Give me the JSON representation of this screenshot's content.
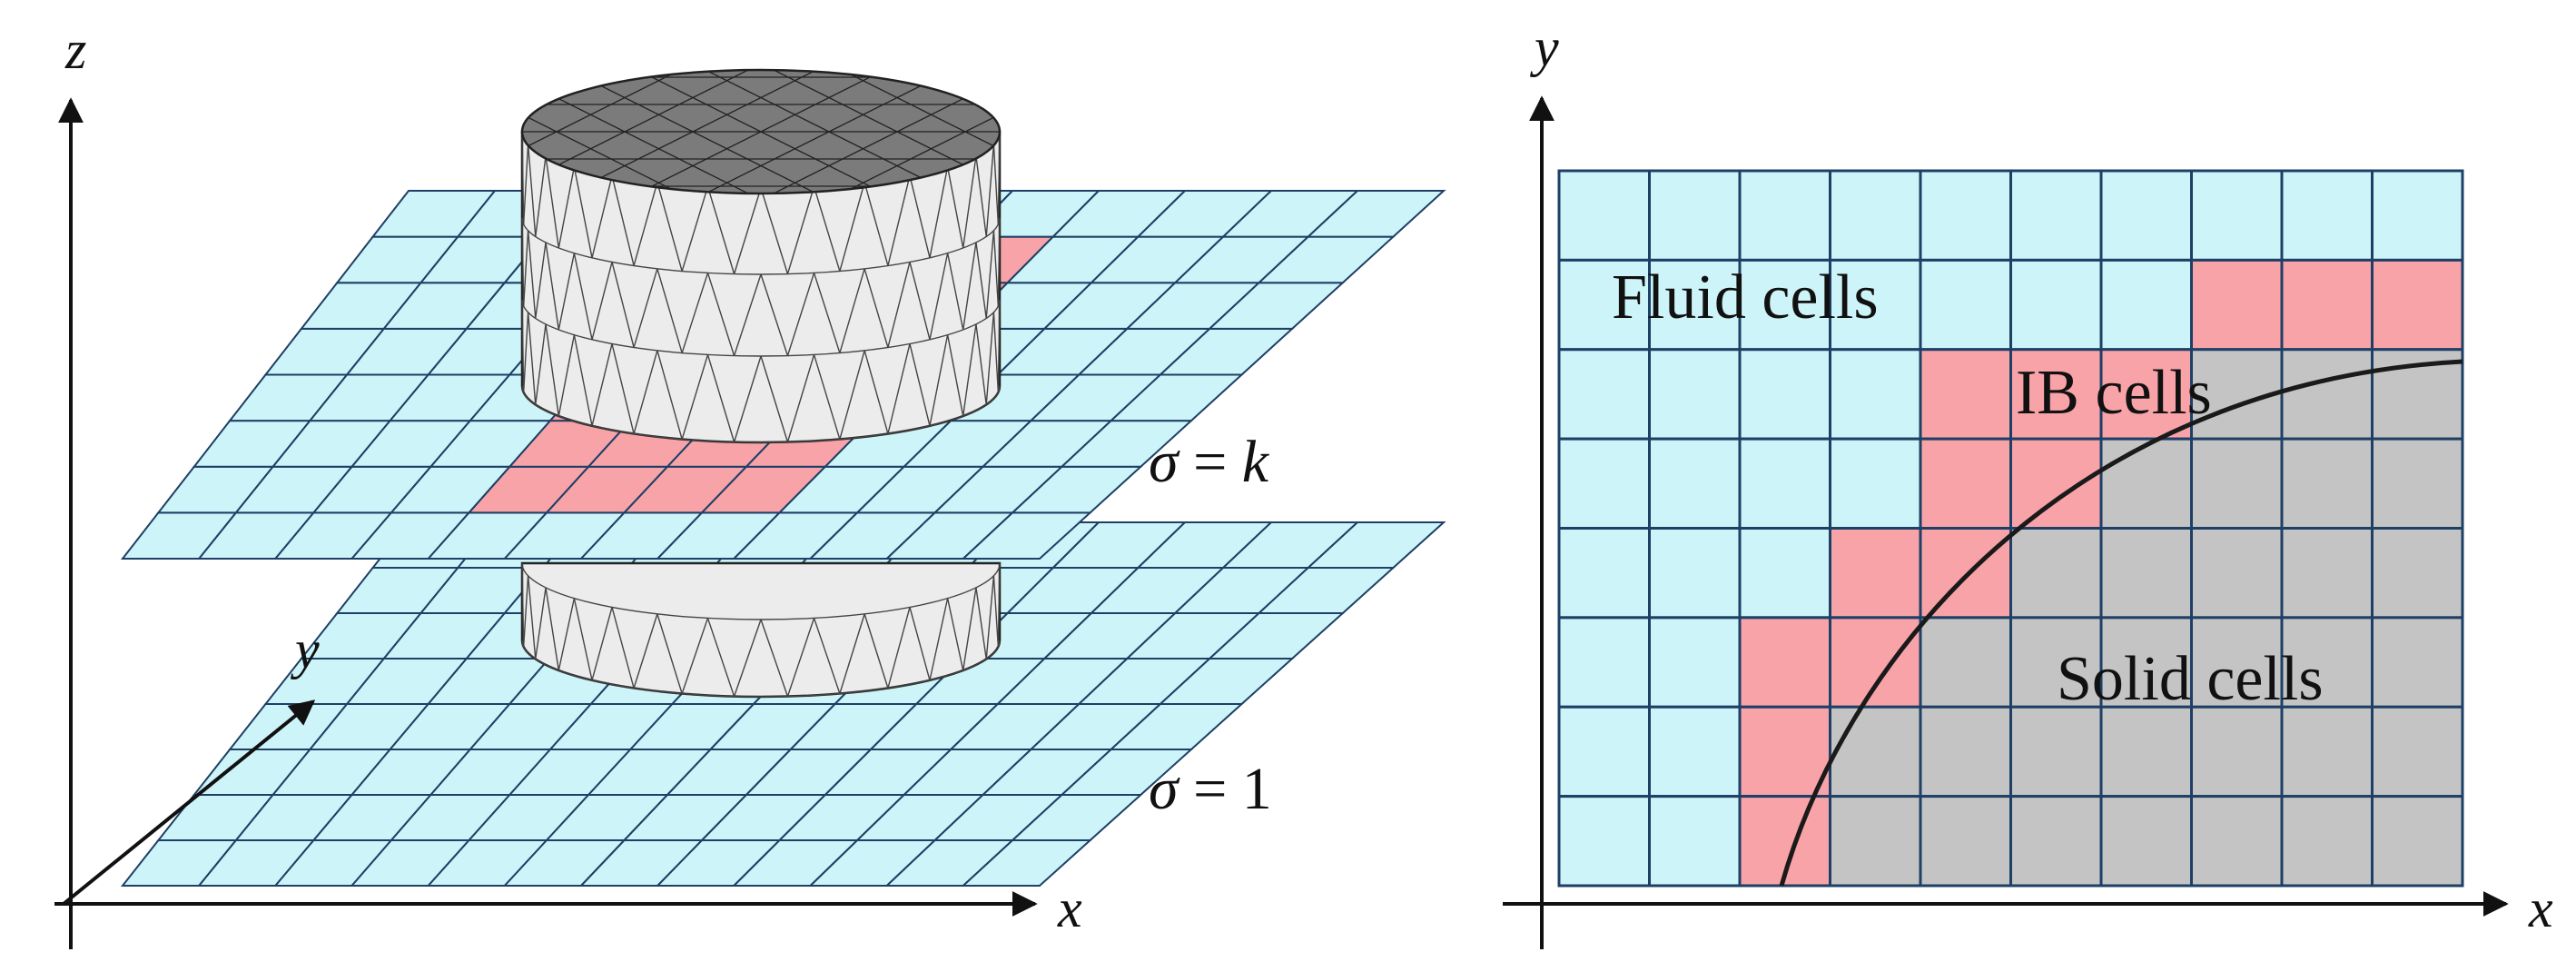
{
  "left_panel": {
    "axes": {
      "z": "z",
      "x": "x",
      "y": "y"
    },
    "plane_top_label": {
      "sym": "σ",
      "eq": " = ",
      "val": "k"
    },
    "plane_bottom_label": {
      "sym": "σ",
      "eq": " = ",
      "val": "1"
    }
  },
  "right_panel": {
    "axes": {
      "x": "x",
      "y": "y"
    },
    "labels": {
      "fluid": "Fluid cells",
      "ib": "IB cells",
      "solid": "Solid cells"
    },
    "grid": {
      "cols": 10,
      "rows": 8
    },
    "ib_cells": [
      [
        7,
        1
      ],
      [
        8,
        1
      ],
      [
        9,
        1
      ],
      [
        4,
        2
      ],
      [
        5,
        2
      ],
      [
        6,
        2
      ],
      [
        4,
        3
      ],
      [
        5,
        3
      ],
      [
        3,
        4
      ],
      [
        4,
        4
      ],
      [
        2,
        5
      ],
      [
        3,
        5
      ],
      [
        2,
        6
      ],
      [
        2,
        7
      ]
    ],
    "solid_cells": [
      [
        7,
        2
      ],
      [
        8,
        2
      ],
      [
        9,
        2
      ],
      [
        6,
        3
      ],
      [
        7,
        3
      ],
      [
        8,
        3
      ],
      [
        9,
        3
      ],
      [
        5,
        4
      ],
      [
        6,
        4
      ],
      [
        7,
        4
      ],
      [
        8,
        4
      ],
      [
        9,
        4
      ],
      [
        4,
        5
      ],
      [
        5,
        5
      ],
      [
        6,
        5
      ],
      [
        7,
        5
      ],
      [
        8,
        5
      ],
      [
        9,
        5
      ],
      [
        3,
        6
      ],
      [
        4,
        6
      ],
      [
        5,
        6
      ],
      [
        6,
        6
      ],
      [
        7,
        6
      ],
      [
        8,
        6
      ],
      [
        9,
        6
      ],
      [
        3,
        7
      ],
      [
        4,
        7
      ],
      [
        5,
        7
      ],
      [
        6,
        7
      ],
      [
        7,
        7
      ],
      [
        8,
        7
      ],
      [
        9,
        7
      ]
    ]
  },
  "colors": {
    "fluid": "#cdf4f8",
    "ib": "#f8a3a8",
    "solid": "#c4c4c4",
    "grid_line": "#1e3f66",
    "cyl_side": "#ececec",
    "cyl_top": "#7b7b7b"
  }
}
